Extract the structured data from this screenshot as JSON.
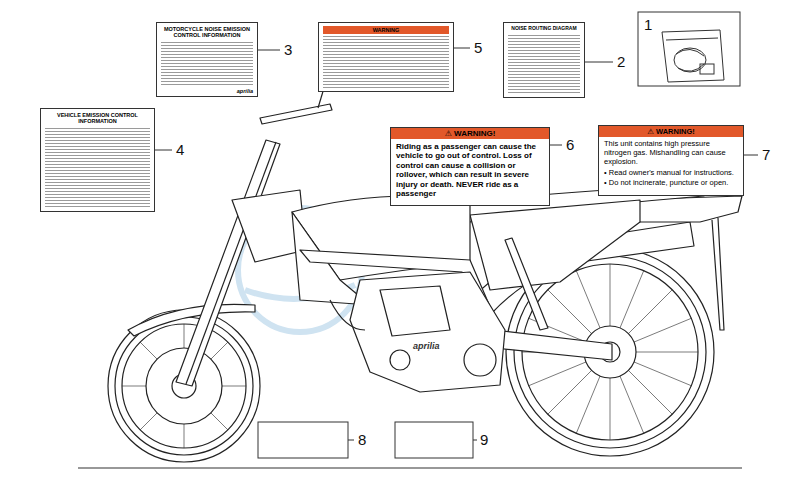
{
  "diagram": {
    "nodes": [
      {
        "text": [
          "MOTORCYCLE NOISE EMISSION CONTROL INFORMATION",
          "aprilia"
        ]
      },
      {
        "text": [
          "WARNING"
        ]
      },
      {
        "text": [
          "NOISE ROUTING DIAGRAM"
        ]
      },
      {
        "text": [
          "VEHICLE EMISSION CONTROL INFORMATION"
        ]
      },
      {
        "text": [
          "⚠ WARNING!",
          "Riding as a passenger can cause the vehicle to go out of control. Loss of control can cause a collision or rollover, which can result in severe injury or death. NEVER ride as a passenger"
        ]
      },
      {
        "text": [
          "⚠ WARNING!",
          "This unit contains high pressure nitrogen gas. Mishandling can cause explosion.",
          "• Read owner's manual for instructions.",
          "• Do not incinerate, puncture or open."
        ]
      }
    ],
    "labels": [
      "1",
      "2",
      "3",
      "4",
      "5",
      "6",
      "7",
      "8",
      "9",
      "aprilia"
    ]
  }
}
